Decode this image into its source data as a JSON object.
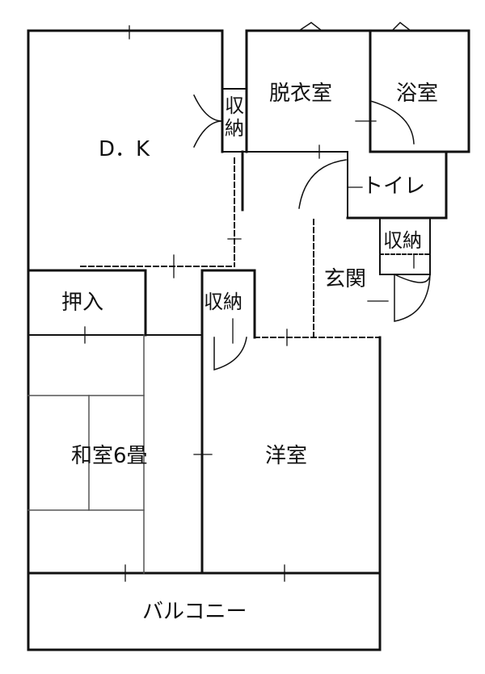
{
  "plan": {
    "rooms": {
      "dk": "D．K",
      "datsuiishitsu": "脱衣室",
      "yokushitsu": "浴室",
      "toilet": "トイレ",
      "shuno_top": "収納",
      "shuno_right": "収納",
      "shuno_mid": "収納",
      "genkan": "玄関",
      "oshiire": "押入",
      "washitsu": "和室6畳",
      "yoshitsu": "洋室",
      "balcony": "バルコニー"
    },
    "colors": {
      "wall": "#111111",
      "fixture": "#555555",
      "background": "#ffffff"
    }
  }
}
